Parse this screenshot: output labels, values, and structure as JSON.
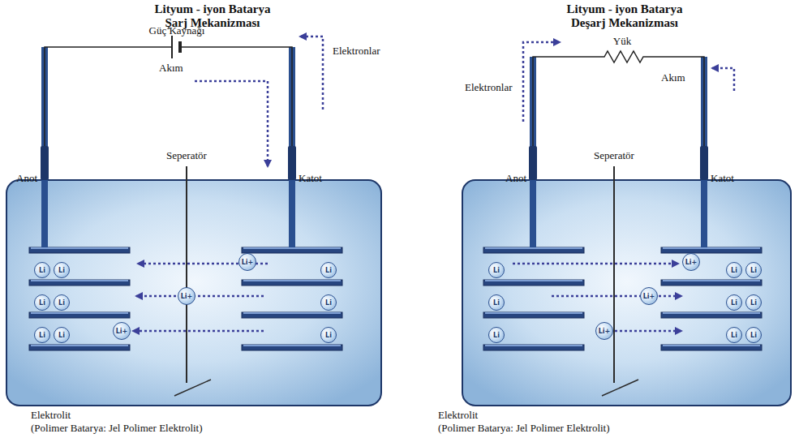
{
  "diagram": {
    "nodes": [
      {
        "text": [
          "Li"
        ]
      },
      {
        "text": [
          "Li"
        ]
      },
      {
        "text": [
          "Li"
        ]
      },
      {
        "text": [
          "Li"
        ]
      },
      {
        "text": [
          "Li"
        ]
      },
      {
        "text": [
          "Li"
        ]
      },
      {
        "text": [
          "Li+"
        ]
      },
      {
        "text": [
          "Li+"
        ]
      },
      {
        "text": [
          "Li+"
        ]
      },
      {
        "text": [
          "Li"
        ]
      },
      {
        "text": [
          "Li"
        ]
      },
      {
        "text": [
          "Li"
        ]
      },
      {
        "text": [
          "Li"
        ]
      },
      {
        "text": [
          "Li"
        ]
      },
      {
        "text": [
          "Li"
        ]
      },
      {
        "text": [
          "Li+"
        ]
      },
      {
        "text": [
          "Li+"
        ]
      },
      {
        "text": [
          "Li+"
        ]
      },
      {
        "text": [
          "Li"
        ]
      },
      {
        "text": [
          "Li"
        ]
      },
      {
        "text": [
          "Li"
        ]
      },
      {
        "text": [
          "Li"
        ]
      },
      {
        "text": [
          "Li"
        ]
      },
      {
        "text": [
          "Li"
        ]
      }
    ],
    "labels": [
      "Lityum - iyon Batarya",
      "Şarj Mekanizması",
      "Güç Kaynağı",
      "Akım",
      "Elektronlar",
      "Anot",
      "Seperatör",
      "Katot",
      "Elektrolit",
      "(Polimer Batarya: Jel Polimer Elektrolit)",
      "Lityum - iyon Batarya",
      "Deşarj Mekanizması",
      "Yük",
      "Elektronlar",
      "Akım",
      "Anot",
      "Seperatör",
      "Katot",
      "Elektrolit",
      "(Polimer Batarya: Jel Polimer Elektrolit)"
    ]
  }
}
